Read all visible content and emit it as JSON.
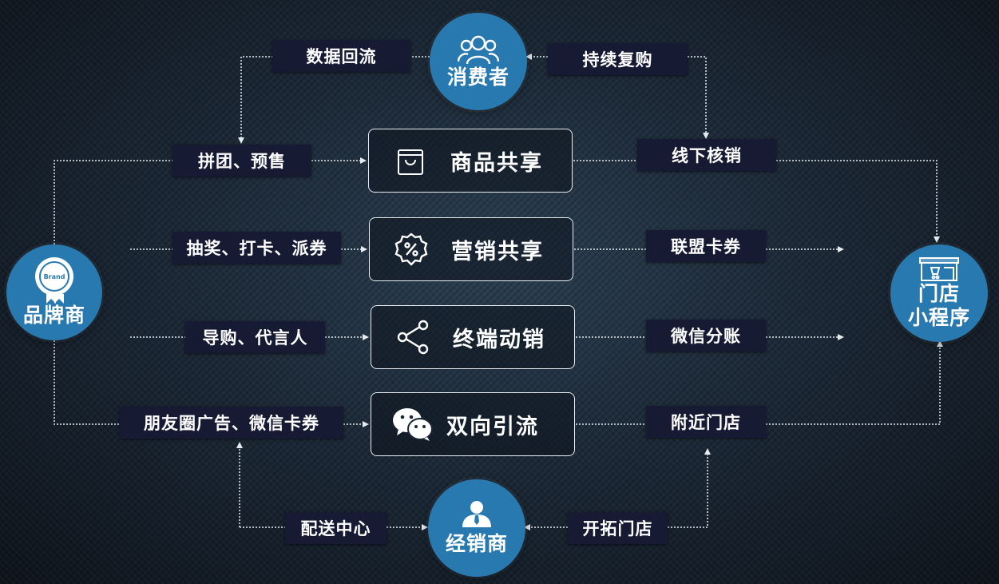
{
  "nodes": {
    "consumer": "消费者",
    "brand": "品牌商",
    "brand_badge_text": "Brand",
    "store_line1": "门店",
    "store_line2": "小程序",
    "distributor": "经销商"
  },
  "center_boxes": [
    "商品共享",
    "营销共享",
    "终端动销",
    "双向引流"
  ],
  "left_labels": [
    "拼团、预售",
    "抽奖、打卡、派券",
    "导购、代言人",
    "朋友圈广告、微信卡券"
  ],
  "right_labels": [
    "线下核销",
    "联盟卡券",
    "微信分账",
    "附近门店"
  ],
  "top_labels": {
    "left": "数据回流",
    "right": "持续复购"
  },
  "bottom_labels": {
    "left": "配送中心",
    "right": "开拓门店"
  },
  "colors": {
    "node_blue": "#2879b0",
    "label_bg": "#161a33",
    "line": "#e6ebf0"
  }
}
